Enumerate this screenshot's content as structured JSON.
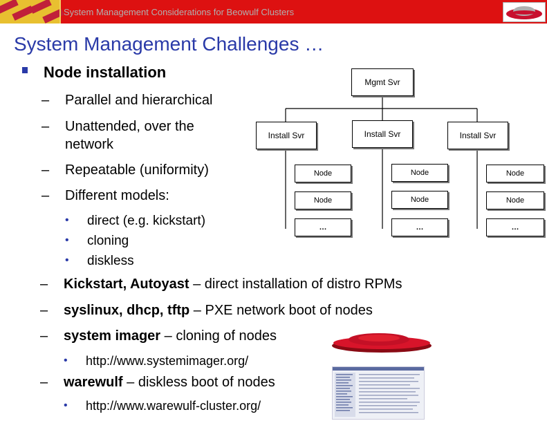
{
  "header": {
    "banner_title": "System Management Considerations for Beowulf Clusters"
  },
  "slide": {
    "title": "System Management Challenges …",
    "main_bullet": "Node installation",
    "dashes": [
      "Parallel and hierarchical",
      "Unattended, over the",
      "network",
      "Repeatable (uniformity)",
      "Different models:"
    ],
    "models": [
      "direct (e.g. kickstart)",
      "cloning",
      "diskless"
    ],
    "tools": [
      {
        "bold": "Kickstart, Autoyast",
        "rest": " – direct installation of distro RPMs"
      },
      {
        "bold": "syslinux, dhcp, tftp",
        "rest": " – PXE network boot of nodes"
      },
      {
        "bold": "system imager",
        "rest": " – cloning of nodes"
      },
      {
        "bold": "warewulf",
        "rest": " – diskless boot of nodes"
      }
    ],
    "urls": [
      "http://www.systemimager.org/",
      "http://www.warewulf-cluster.org/"
    ]
  },
  "diagram": {
    "mgmt": "Mgmt Svr",
    "install": [
      "Install Svr",
      "Install Svr",
      "Install Svr"
    ],
    "node": "Node",
    "ellipsis": "…"
  }
}
